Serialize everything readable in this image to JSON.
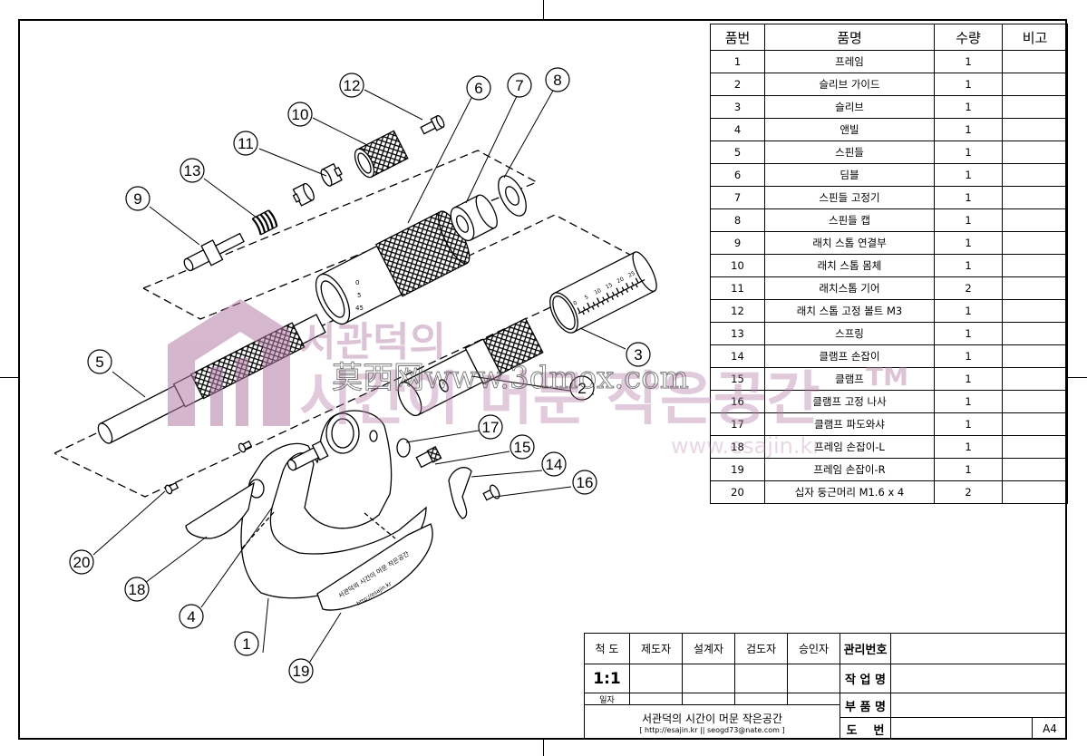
{
  "parts_table": {
    "headers": [
      "품번",
      "품명",
      "수량",
      "비고"
    ],
    "rows": [
      {
        "no": "1",
        "name": "프레임",
        "qty": "1",
        "note": ""
      },
      {
        "no": "2",
        "name": "슬리브 가이드",
        "qty": "1",
        "note": ""
      },
      {
        "no": "3",
        "name": "슬리브",
        "qty": "1",
        "note": ""
      },
      {
        "no": "4",
        "name": "앤빌",
        "qty": "1",
        "note": ""
      },
      {
        "no": "5",
        "name": "스핀들",
        "qty": "1",
        "note": ""
      },
      {
        "no": "6",
        "name": "딤블",
        "qty": "1",
        "note": ""
      },
      {
        "no": "7",
        "name": "스핀들 고정기",
        "qty": "1",
        "note": ""
      },
      {
        "no": "8",
        "name": "스핀들 캡",
        "qty": "1",
        "note": ""
      },
      {
        "no": "9",
        "name": "래치 스톱 연결부",
        "qty": "1",
        "note": ""
      },
      {
        "no": "10",
        "name": "래치 스톱 몸체",
        "qty": "1",
        "note": ""
      },
      {
        "no": "11",
        "name": "래치스톱 기어",
        "qty": "2",
        "note": ""
      },
      {
        "no": "12",
        "name": "래치 스톱 고정 볼트 M3",
        "qty": "1",
        "note": ""
      },
      {
        "no": "13",
        "name": "스프링",
        "qty": "1",
        "note": ""
      },
      {
        "no": "14",
        "name": "클램프 손잡이",
        "qty": "1",
        "note": ""
      },
      {
        "no": "15",
        "name": "클램프",
        "qty": "1",
        "note": ""
      },
      {
        "no": "16",
        "name": "클램프 고정 나사",
        "qty": "1",
        "note": ""
      },
      {
        "no": "17",
        "name": "클램프 파도와샤",
        "qty": "1",
        "note": ""
      },
      {
        "no": "18",
        "name": "프레임 손잡이-L",
        "qty": "1",
        "note": ""
      },
      {
        "no": "19",
        "name": "프레임 손잡이-R",
        "qty": "1",
        "note": ""
      },
      {
        "no": "20",
        "name": "십자 둥근머리 M1.6 x 4",
        "qty": "2",
        "note": ""
      }
    ]
  },
  "title_block": {
    "scale_label": "척 도",
    "drafter": "제도자",
    "designer": "설계자",
    "checker": "검도자",
    "approver": "승인자",
    "mgmt_no": "관리번호",
    "job_name": "작 업 명",
    "part_name": "부 품 명",
    "drawing_no": "도    번",
    "scale_value": "1:1",
    "date_label": "일자",
    "studio_name": "서관덕의 시간이 머문 작은공간",
    "contact": "[ http://esajin.kr || seogd73@nate.com ]",
    "sheet_size": "A4"
  },
  "balloons": [
    "1",
    "2",
    "3",
    "4",
    "5",
    "6",
    "7",
    "8",
    "9",
    "10",
    "11",
    "12",
    "13",
    "14",
    "15",
    "16",
    "17",
    "18",
    "19",
    "20"
  ],
  "sleeve_scale": [
    "0",
    "5",
    "10",
    "15",
    "20",
    "25"
  ],
  "thimble_marks": [
    "0",
    "5",
    "45"
  ],
  "handle_engraving_1": "서관덕의 시간이 머문 작은공간",
  "handle_engraving_2": "http://esajin.kr",
  "watermark": {
    "korean_1": "서관덕의",
    "korean_2": "시간이 머문 작은공간",
    "tm": "TM",
    "chinese": "莫西网www.3dmox.com",
    "url": "www.esajin.kr"
  },
  "colors": {
    "line": "#000000",
    "watermark": "#b27ca6"
  }
}
